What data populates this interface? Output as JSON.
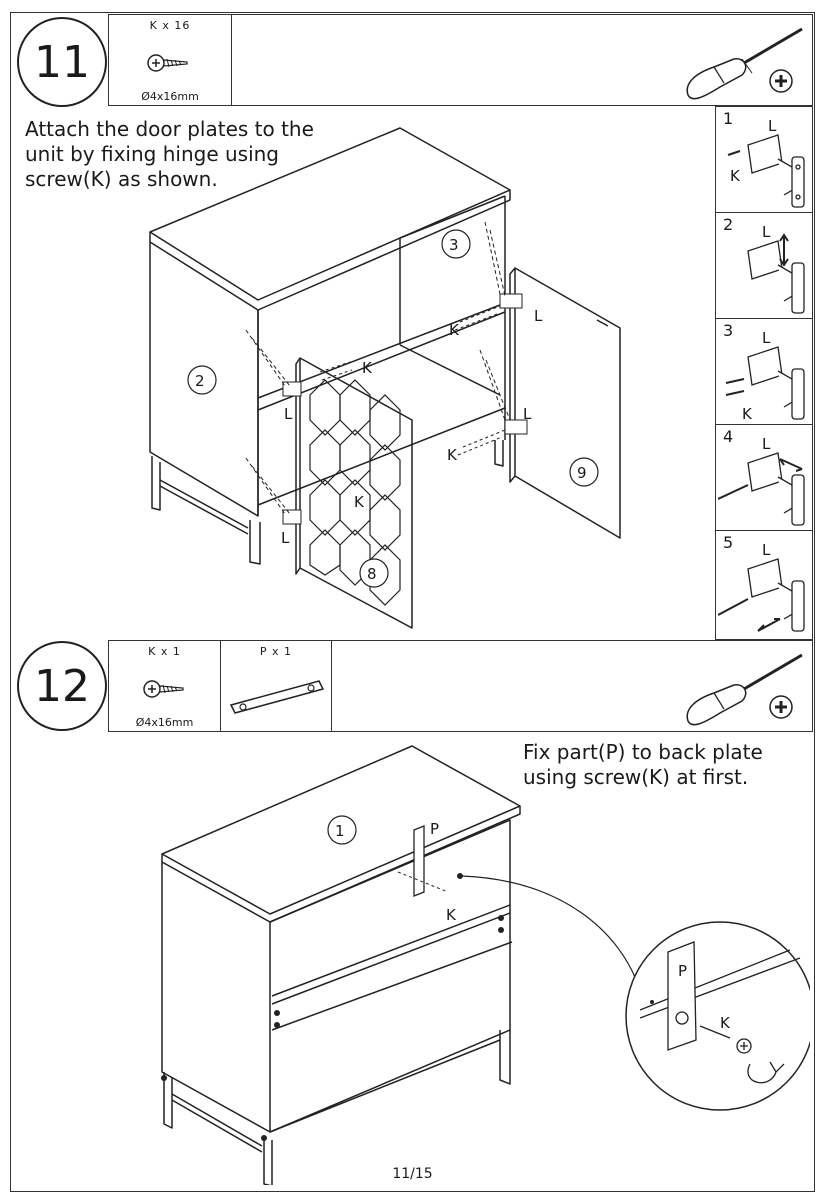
{
  "step11": {
    "number": "11",
    "parts": [
      {
        "qty": "K x 16",
        "size": "Ø4x16mm"
      }
    ],
    "instruction": "Attach the door plates to the\nunit by fixing hinge using\nscrew(K) as shown.",
    "labels": {
      "side_panel": "2",
      "shelf": "3",
      "left_door": "8",
      "right_door": "9",
      "hinge": "L",
      "screw": "K"
    },
    "sub_steps": [
      {
        "num": "1",
        "labels": [
          "L",
          "K"
        ]
      },
      {
        "num": "2",
        "labels": [
          "L"
        ]
      },
      {
        "num": "3",
        "labels": [
          "L",
          "K"
        ]
      },
      {
        "num": "4",
        "labels": [
          "L"
        ]
      },
      {
        "num": "5",
        "labels": [
          "L"
        ]
      }
    ]
  },
  "step12": {
    "number": "12",
    "parts": [
      {
        "qty": "K x 1",
        "size": "Ø4x16mm"
      },
      {
        "qty": "P x 1",
        "size": ""
      }
    ],
    "instruction": "Fix part(P) to back plate\nusing screw(K) at first.",
    "labels": {
      "top": "1",
      "plate": "P",
      "screw": "K"
    },
    "detail_labels": {
      "plate": "P",
      "screw": "K"
    }
  },
  "page_number": "11/15",
  "icons": [
    "screw-icon",
    "screwdriver-icon",
    "phillips-bit-icon",
    "strap-plate-icon"
  ]
}
